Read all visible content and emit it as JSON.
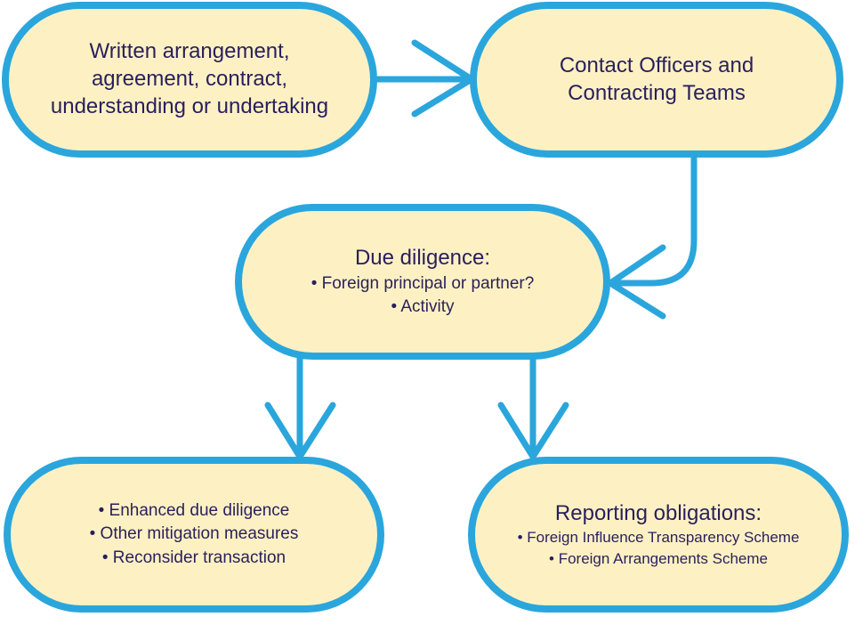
{
  "nodes": {
    "written_arrangement": {
      "lines": [
        "Written arrangement,",
        "agreement, contract,",
        "understanding or undertaking"
      ]
    },
    "contact_officers": {
      "lines": [
        "Contact Officers and",
        "Contracting Teams"
      ]
    },
    "due_diligence": {
      "title": "Due diligence:",
      "items": [
        "• Foreign principal or partner?",
        "• Activity"
      ]
    },
    "mitigation": {
      "items": [
        "• Enhanced due diligence",
        "• Other mitigation measures",
        "• Reconsider transaction"
      ]
    },
    "reporting": {
      "title": "Reporting obligations:",
      "items": [
        "• Foreign Influence Transparency Scheme",
        "• Foreign Arrangements Scheme"
      ]
    }
  },
  "colors": {
    "node_fill": "#fdf1c4",
    "node_border": "#2aa6dc",
    "arrow": "#2aa6dc",
    "text": "#2a1f5c"
  }
}
